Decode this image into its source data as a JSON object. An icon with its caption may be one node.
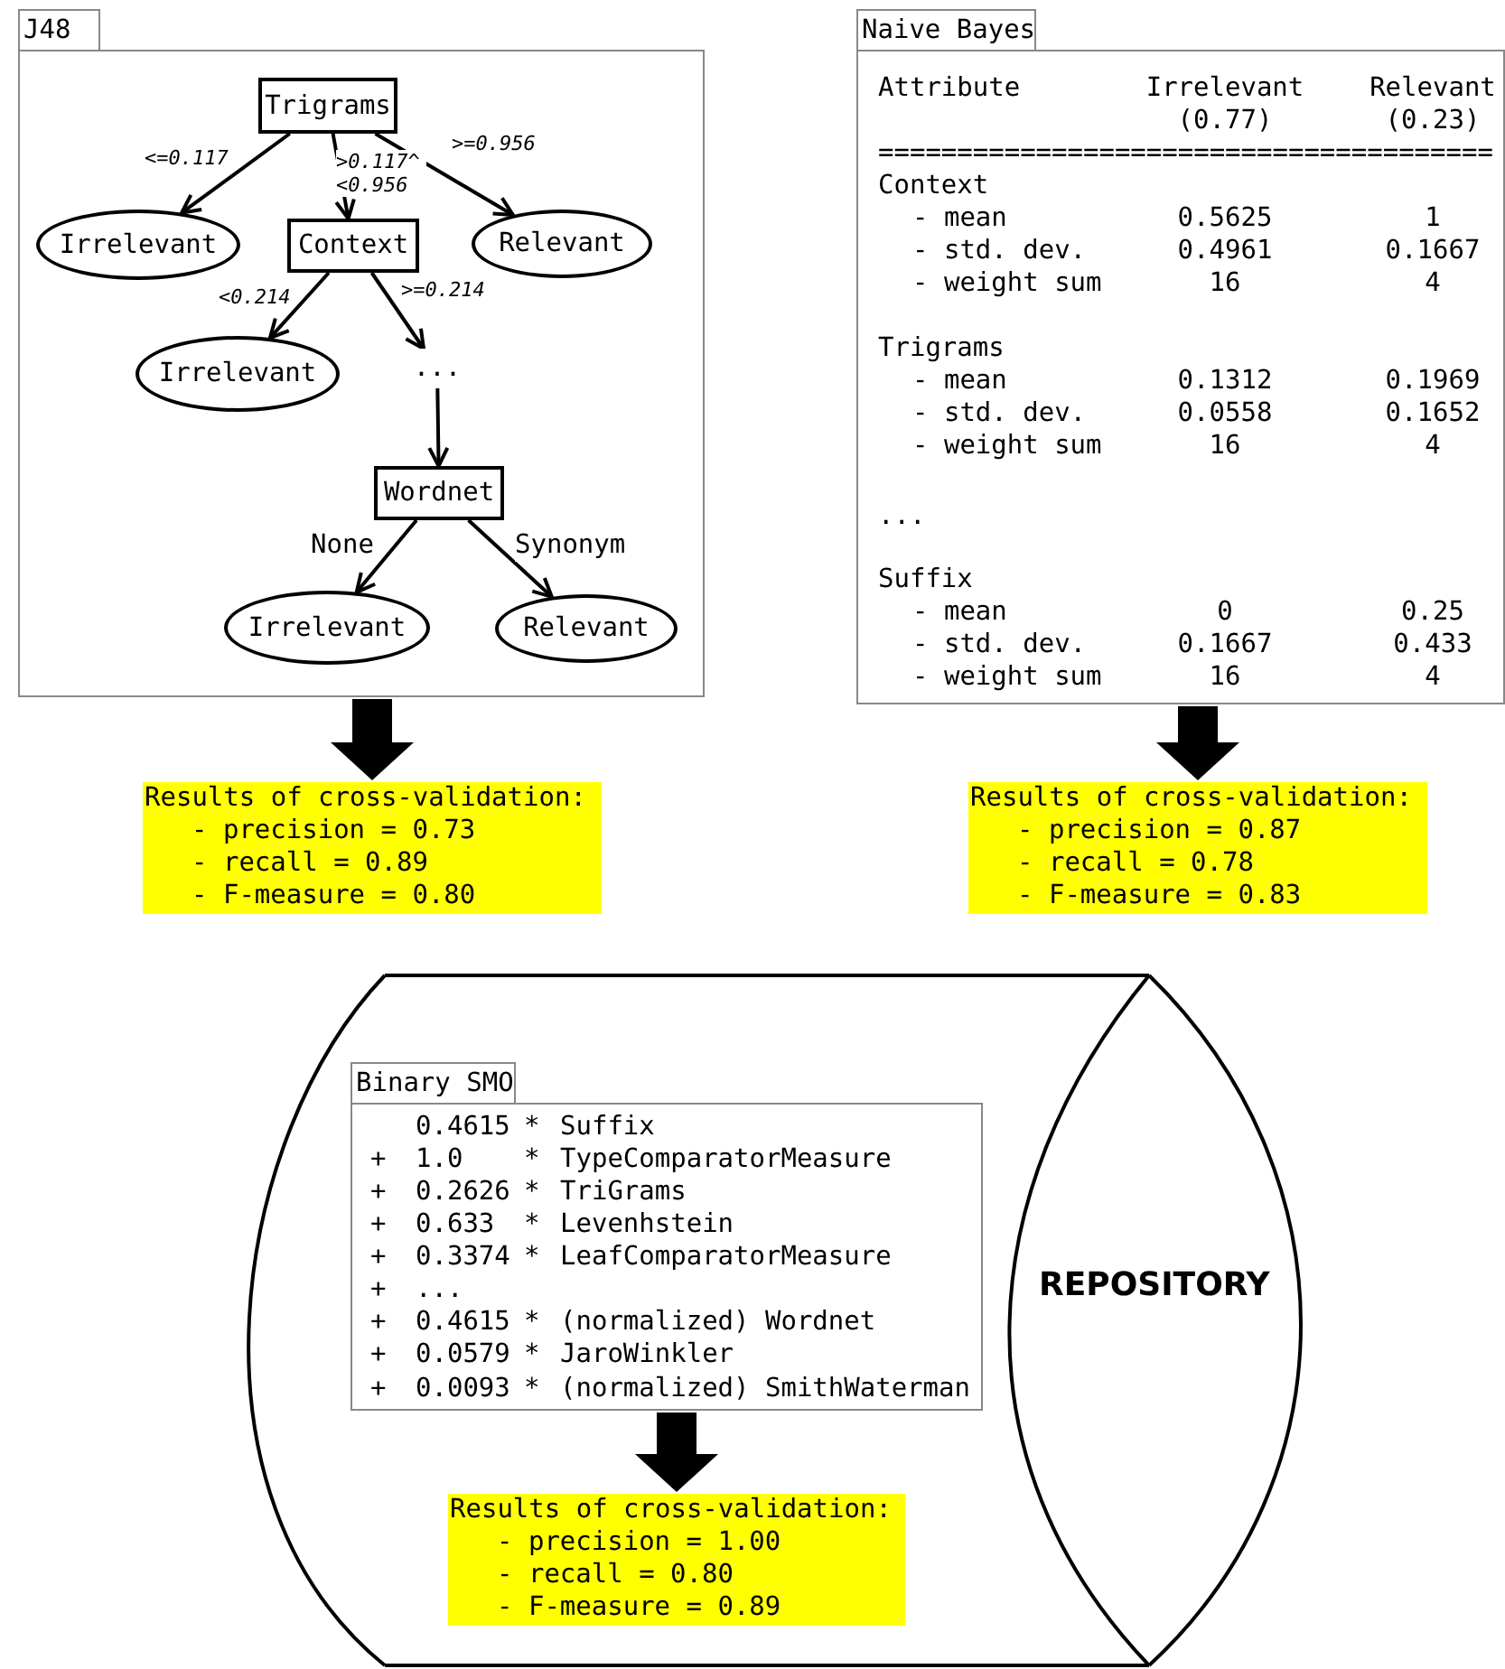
{
  "diagram": {
    "nodes": [
      {
        "text": [
          "J48"
        ]
      },
      {
        "text": [
          "Trigrams"
        ],
        "in": 0
      },
      {
        "text": [
          "Irrelevant"
        ],
        "in": 0
      },
      {
        "text": [
          "Context"
        ],
        "in": 0
      },
      {
        "text": [
          "Relevant"
        ],
        "in": 0
      },
      {
        "text": [
          "Irrelevant"
        ],
        "in": 0
      },
      {
        "text": [
          "..."
        ],
        "in": 0
      },
      {
        "text": [
          "Wordnet"
        ],
        "in": 0
      },
      {
        "text": [
          "Irrelevant"
        ],
        "in": 0
      },
      {
        "text": [
          "Relevant"
        ],
        "in": 0
      },
      {
        "text": [
          "Naive Bayes"
        ]
      },
      {
        "text": [
          "Results of cross-validation:",
          "- precision = 0.73",
          "- recall = 0.89",
          "- F-measure = 0.80"
        ]
      },
      {
        "text": [
          "Results of cross-validation:",
          "- precision = 0.87",
          "- recall = 0.78",
          "- F-measure = 0.83"
        ]
      },
      {
        "text": [
          "REPOSITORY"
        ]
      },
      {
        "text": [
          "Binary SMO"
        ],
        "in": 13
      },
      {
        "text": [
          "Results of cross-validation:",
          "- precision = 1.00",
          "- recall = 0.80",
          "- F-measure = 0.89"
        ],
        "in": 13
      }
    ],
    "edges": [
      {
        "from": 1,
        "to": 2,
        "arrow": "to",
        "label": "<=0.117"
      },
      {
        "from": 1,
        "to": 3,
        "arrow": "to",
        "label": ">0.117^ <0.956"
      },
      {
        "from": 1,
        "to": 4,
        "arrow": "to",
        "label": ">=0.956"
      },
      {
        "from": 3,
        "to": 5,
        "arrow": "to",
        "label": "<0.214"
      },
      {
        "from": 3,
        "to": 6,
        "arrow": "to",
        "label": ">=0.214"
      },
      {
        "from": 6,
        "to": 7,
        "arrow": "to"
      },
      {
        "from": 7,
        "to": 8,
        "arrow": "to",
        "label": "None"
      },
      {
        "from": 7,
        "to": 9,
        "arrow": "to",
        "label": "Synonym"
      },
      {
        "from": 0,
        "to": 11,
        "arrow": "to",
        "style": "thick"
      },
      {
        "from": 10,
        "to": 12,
        "arrow": "to",
        "style": "thick"
      },
      {
        "from": 14,
        "to": 15,
        "arrow": "to",
        "style": "thick"
      }
    ],
    "labels": [
      "Attribute",
      "Irrelevant (0.77)",
      "Relevant (0.23)",
      "=======================================",
      "Context",
      "- mean",
      "0.5625",
      "1",
      "- std. dev.",
      "0.4961",
      "0.1667",
      "- weight sum",
      "16",
      "4",
      "Trigrams",
      "- mean",
      "0.1312",
      "0.1969",
      "- std. dev.",
      "0.0558",
      "0.1652",
      "- weight sum",
      "16",
      "4",
      "...",
      "Suffix",
      "- mean",
      "0",
      "0.25",
      "- std. dev.",
      "0.1667",
      "0.433",
      "- weight sum",
      "16",
      "4",
      "0.4615",
      "*",
      "Suffix",
      "+",
      "1.0",
      "*",
      "TypeComparatorMeasure",
      "+",
      "0.2626",
      "*",
      "TriGrams",
      "+",
      "0.633",
      "*",
      "Levenhstein",
      "+",
      "0.3374",
      "*",
      "LeafComparatorMeasure",
      "+",
      "...",
      "+",
      "0.4615",
      "*",
      "(normalized) Wordnet",
      "+",
      "0.0579",
      "*",
      "JaroWinkler",
      "+",
      "0.0093",
      "*",
      "(normalized) SmithWaterman"
    ]
  }
}
